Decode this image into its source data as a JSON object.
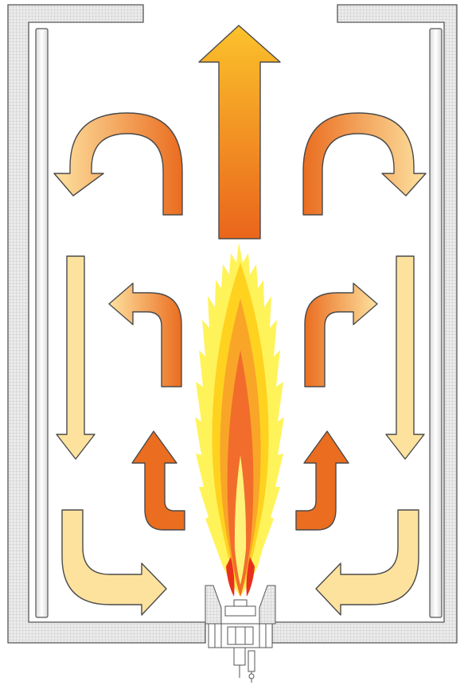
{
  "diagram": {
    "colors": {
      "wall_fill": "#e9e9e9",
      "wall_grid": "#c8c8c8",
      "outline": "#4a4a4a",
      "hot_top": "#fbbd2a",
      "hot_bottom": "#ea6a1d",
      "warm": "#ef8a35",
      "cool": "#fde19c",
      "cool_light": "#fff0c7",
      "flame_outer": "#fff455",
      "flame_mid": "#ffd21f",
      "flame_inner": "#f9a126",
      "flame_core": "#f2692a",
      "flame_tip": "#e9301c",
      "tube_fill": "#f3f3f3"
    },
    "icons": [
      "furnace-wall",
      "heating-tube",
      "flue-outlet-arrow",
      "recirculation-arrow",
      "flame",
      "burner"
    ]
  }
}
